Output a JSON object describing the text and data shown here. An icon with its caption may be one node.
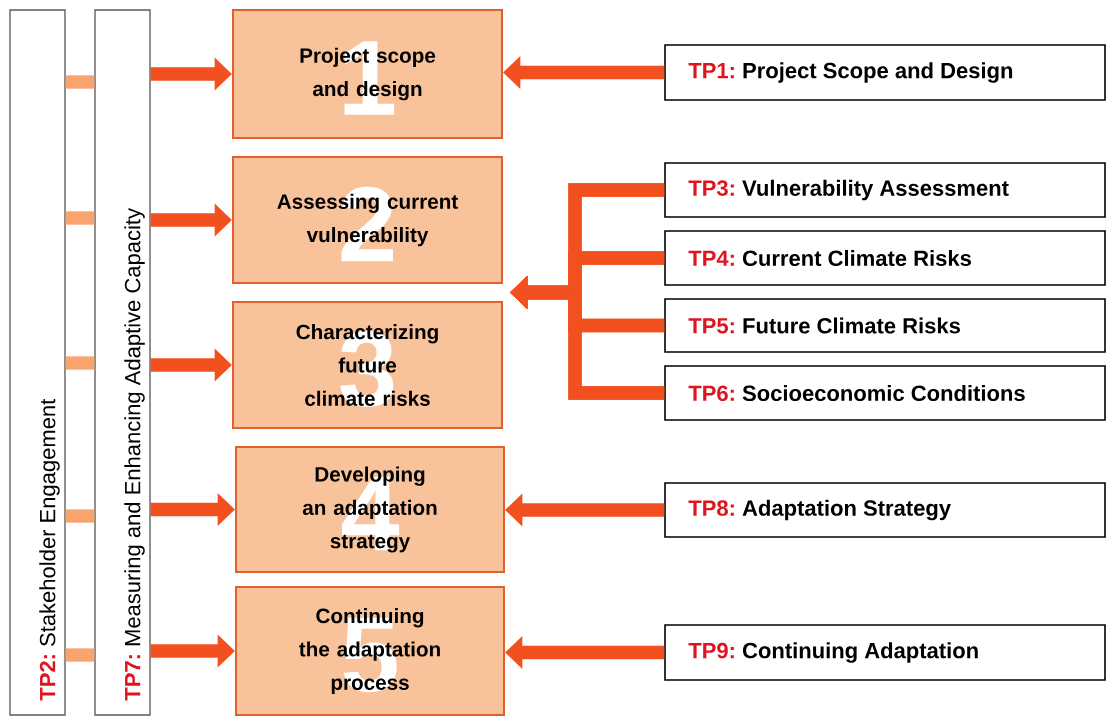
{
  "diagram": {
    "nodes": [
      {
        "text": [
          "TP2:",
          "Stakeholder Engagement"
        ]
      },
      {
        "text": [
          "TP7:",
          "Measuring and Enhancing Adaptive Capacity"
        ]
      },
      {
        "text": [
          "1",
          "Project scope and design"
        ]
      },
      {
        "text": [
          "2",
          "Assessing current vulnerability"
        ]
      },
      {
        "text": [
          "3",
          "Characterizing future climate risks"
        ]
      },
      {
        "text": [
          "4",
          "Developing an adaptation strategy"
        ]
      },
      {
        "text": [
          "5",
          "Continuing the adaptation process"
        ]
      },
      {
        "text": [
          "TP1:",
          "Project Scope and Design"
        ]
      },
      {
        "text": [
          "TP3:",
          "Vulnerability Assessment"
        ]
      },
      {
        "text": [
          "TP4:",
          "Current Climate Risks"
        ]
      },
      {
        "text": [
          "TP5:",
          "Future Climate Risks"
        ]
      },
      {
        "text": [
          "TP6:",
          "Socioeconomic Conditions"
        ]
      },
      {
        "text": [
          "TP8:",
          "Adaptation Strategy"
        ]
      },
      {
        "text": [
          "TP9:",
          "Continuing Adaptation"
        ]
      }
    ],
    "edges": [
      {
        "from": 0,
        "to": 1,
        "arrow": "none",
        "color": "#f9a46e"
      },
      {
        "from": 0,
        "to": 1,
        "arrow": "none",
        "color": "#f9a46e"
      },
      {
        "from": 0,
        "to": 1,
        "arrow": "none",
        "color": "#f9a46e"
      },
      {
        "from": 0,
        "to": 1,
        "arrow": "none",
        "color": "#f9a46e"
      },
      {
        "from": 0,
        "to": 1,
        "arrow": "none",
        "color": "#f9a46e"
      },
      {
        "from": 1,
        "to": 2,
        "arrow": "to"
      },
      {
        "from": 1,
        "to": 3,
        "arrow": "to"
      },
      {
        "from": 1,
        "to": 4,
        "arrow": "to"
      },
      {
        "from": 1,
        "to": 5,
        "arrow": "to"
      },
      {
        "from": 1,
        "to": 6,
        "arrow": "to"
      },
      {
        "from": 7,
        "to": 2,
        "arrow": "to"
      },
      {
        "from": 8,
        "to": 3,
        "arrow": "to"
      },
      {
        "from": 8,
        "to": 4,
        "arrow": "to"
      },
      {
        "from": 9,
        "to": 3,
        "arrow": "to"
      },
      {
        "from": 9,
        "to": 4,
        "arrow": "to"
      },
      {
        "from": 10,
        "to": 3,
        "arrow": "to"
      },
      {
        "from": 10,
        "to": 4,
        "arrow": "to"
      },
      {
        "from": 11,
        "to": 3,
        "arrow": "to"
      },
      {
        "from": 11,
        "to": 4,
        "arrow": "to"
      },
      {
        "from": 12,
        "to": 5,
        "arrow": "to"
      },
      {
        "from": 13,
        "to": 6,
        "arrow": "to"
      }
    ]
  }
}
